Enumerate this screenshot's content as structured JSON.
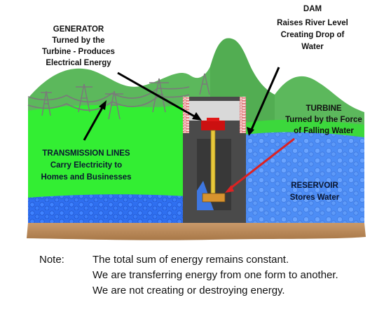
{
  "labels": {
    "generator": [
      "GENERATOR",
      "Turned by the",
      "Turbine - Produces",
      "Electrical Energy"
    ],
    "dam": [
      "DAM",
      "Raises River Level",
      "Creating Drop of",
      "Water"
    ],
    "turbine": [
      "TURBINE",
      "Turned by the Force",
      "of Falling Water"
    ],
    "transmission": [
      "TRANSMISSION LINES",
      "Carry Electricity to",
      "Homes and Businesses"
    ],
    "reservoir": [
      "RESERVOIR",
      "Stores Water"
    ]
  },
  "note": {
    "heading": "Note:",
    "lines": [
      "The total sum of energy remains constant.",
      "We are transferring energy from one form to another.",
      "We are not creating or destroying energy."
    ]
  },
  "colors": {
    "mountain": "#5cb85c",
    "field": "#33ee33",
    "water": "#2a67e8",
    "ground": "#b98b5a",
    "dam": "#4a4a4a",
    "generator": "#cc1010",
    "turbine_arrow": "#dd2222",
    "towers": "#7a7a7a"
  }
}
